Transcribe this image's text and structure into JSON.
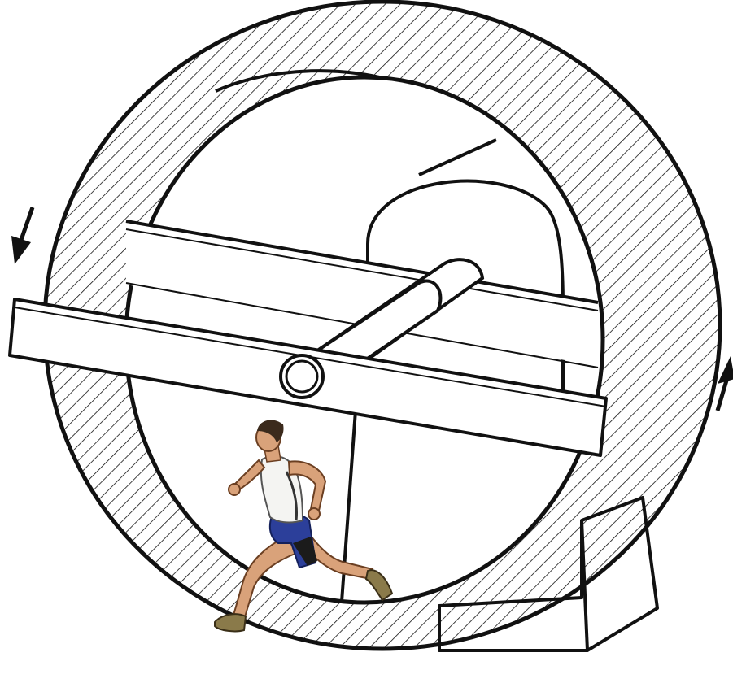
{
  "diagram": {
    "subject": "human-hamster-wheel",
    "rotation_arrows": [
      "arrow-down-left",
      "arrow-up-right"
    ],
    "colors": {
      "line": "#111111",
      "hatch": "#111111",
      "background": "#ffffff",
      "skin": "#d9a27a",
      "skin_shadow": "#a86a45",
      "hair": "#3b2a1c",
      "singlet": "#f4f4f2",
      "shorts": "#2c3f9a",
      "shoe": "#8a7a4a"
    }
  }
}
